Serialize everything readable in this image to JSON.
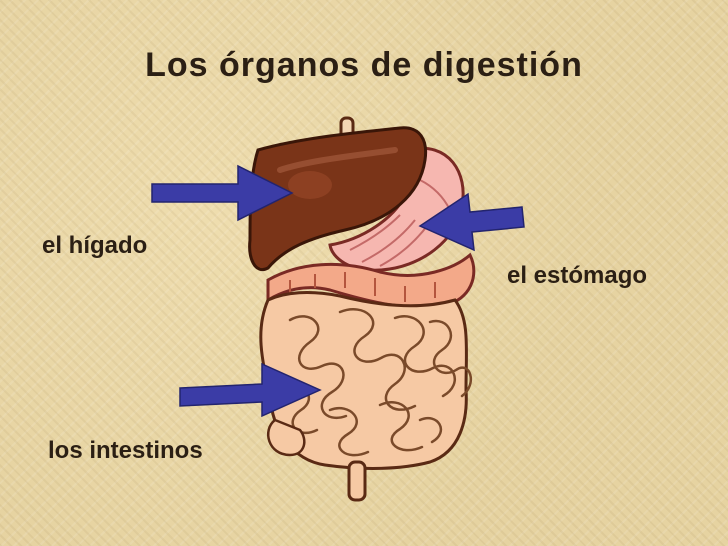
{
  "title": "Los órganos de digestión",
  "labels": {
    "liver": "el hígado",
    "stomach": "el estómago",
    "intestines": "los intestinos"
  },
  "colors": {
    "background": "#e6d3a1",
    "liver": "#7a3418",
    "stomach": "#f6b7b0",
    "intestine": "#f6c9a4",
    "arrow": "#3b3ca6",
    "text": "#2b1f14"
  }
}
